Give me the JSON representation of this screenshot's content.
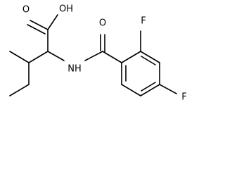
{
  "molecule": {
    "atoms": {
      "o_carbonyl_acid": "O",
      "oh_acid": "OH",
      "o_carbonyl_amide": "O",
      "nh_amide": "NH",
      "f_ortho": "F",
      "f_para": "F"
    }
  }
}
